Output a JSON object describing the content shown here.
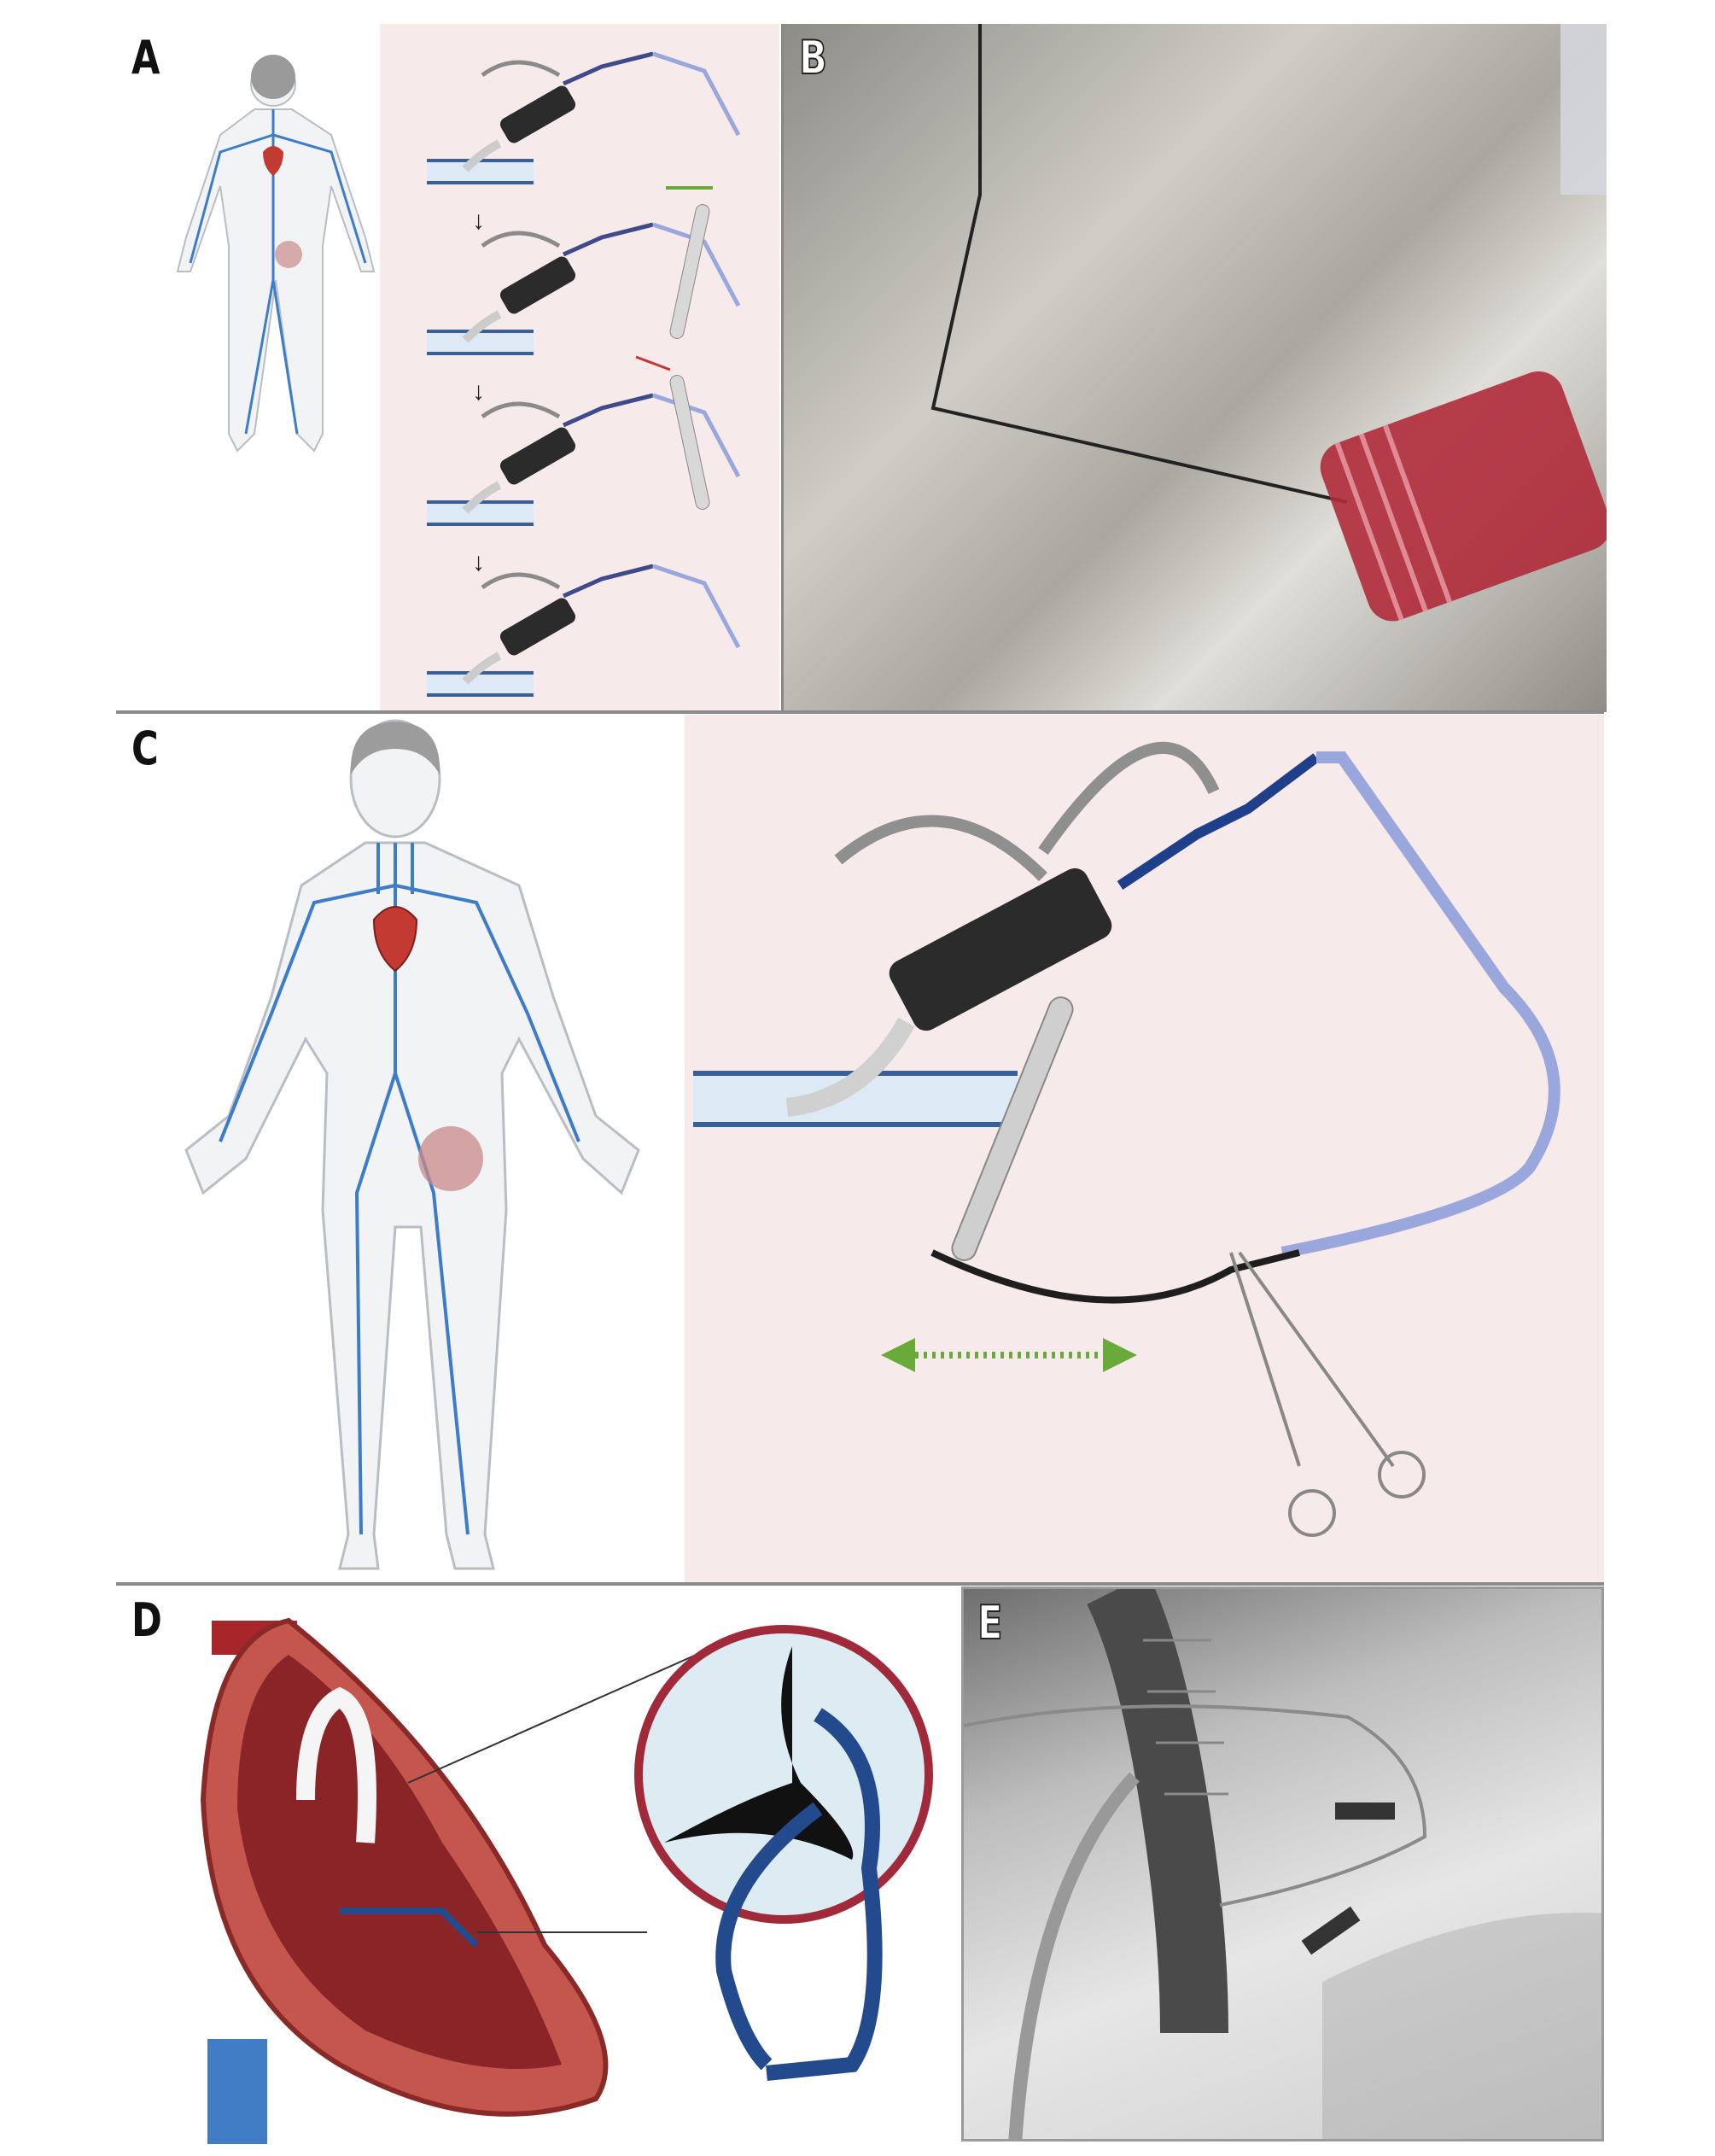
{
  "panels": {
    "a": {
      "label": "A"
    },
    "b": {
      "label": "B"
    },
    "c": {
      "label": "C"
    },
    "d": {
      "label": "D"
    },
    "e": {
      "label": "E"
    }
  },
  "colors": {
    "pink_bg": "#f7eaea",
    "vein_blue": "#3d7cc9",
    "heart_red": "#c23a32",
    "device_black": "#2b2b2b",
    "catheter_lilac": "#9aa7dd",
    "arrow_green": "#6aaa3a",
    "separator": "#8a8a8a"
  }
}
